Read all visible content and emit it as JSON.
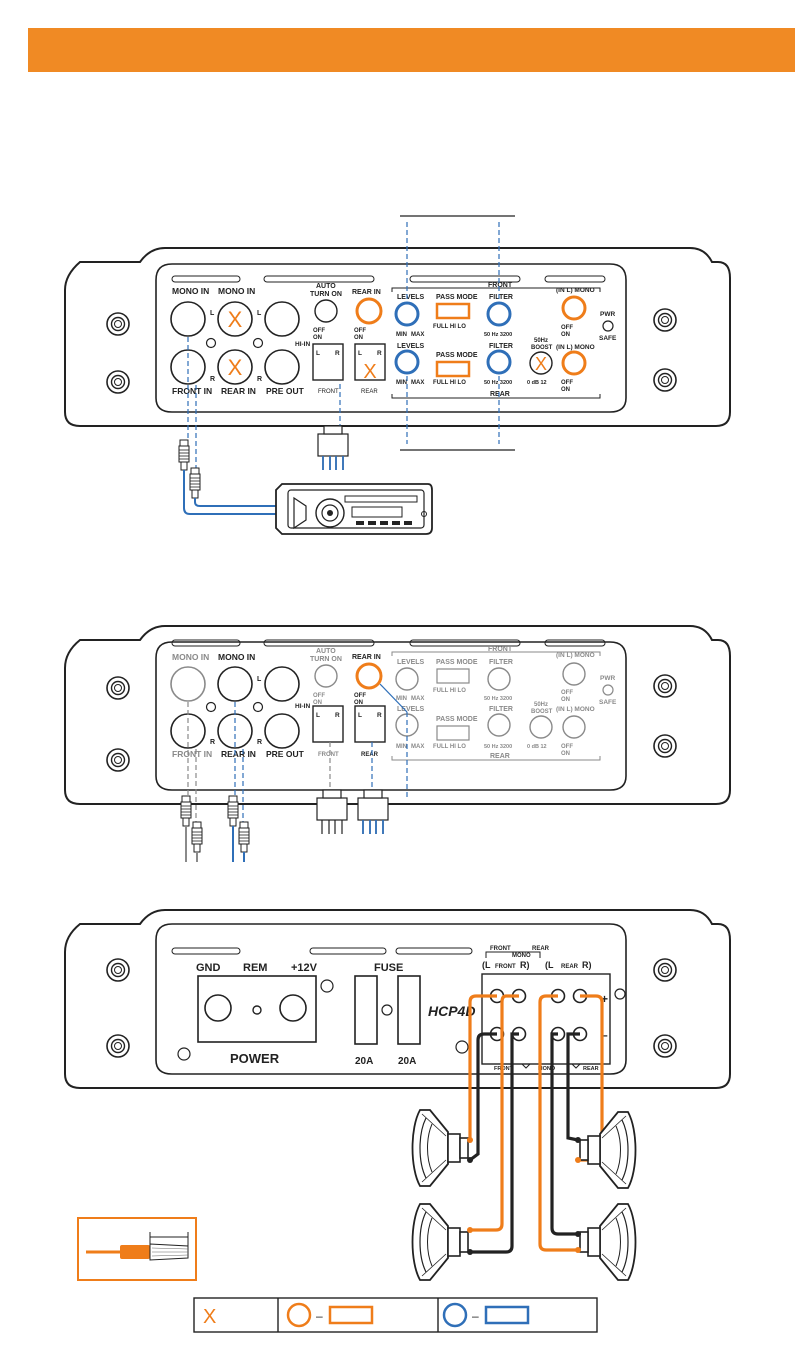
{
  "colors": {
    "header": "#f08a24",
    "orange": "#ef7d1a",
    "blue": "#2f6fb8",
    "outline": "#222222",
    "faded": "#8a8a8a"
  },
  "panel1": {
    "mono_in": "MONO IN",
    "mono_in_2": "MONO IN",
    "front_in": "FRONT IN",
    "rear_in": "REAR IN",
    "pre_out": "PRE OUT",
    "l": "L",
    "r": "R",
    "auto": "AUTO",
    "turn_on": "TURN ON",
    "rear_in_sw": "REAR IN",
    "off": "OFF",
    "on": "ON",
    "hi_in": "HI-IN",
    "front": "FRONT",
    "rear": "REAR",
    "levels": "LEVELS",
    "min": "MIN",
    "max": "MAX",
    "pass_mode": "PASS MODE",
    "full_hi_lo": "FULL  HI  LO",
    "filter": "FILTER",
    "hz": "50  Hz  3200",
    "boost_a": "50Hz",
    "boost_b": "BOOST",
    "db": "0  dB  12",
    "inl_mono": "(IN L) MONO",
    "pwr": "PWR",
    "safe": "SAFE",
    "front_title": "FRONT",
    "rear_title": "REAR"
  },
  "panel3": {
    "gnd": "GND",
    "rem": "REM",
    "v12": "+12V",
    "power": "POWER",
    "fuse": "FUSE",
    "fuse_a": "20A",
    "fuse_b": "20A",
    "model": "HCP4D",
    "front_mono": "FRONT",
    "mono": "MONO",
    "rear_mono": "REAR",
    "l_front": "(L",
    "front_label": "FRONT",
    "r_front": "R)",
    "l_rear": "(L",
    "rear_label": "REAR",
    "r_rear": "R)",
    "plus": "+",
    "minus": "–",
    "bottom_front": "FRONT",
    "bottom_mono": "MONO",
    "bottom_rear": "REAR"
  },
  "legend": {
    "x_mark": "X",
    "dash1": "–",
    "dash2": "–"
  }
}
